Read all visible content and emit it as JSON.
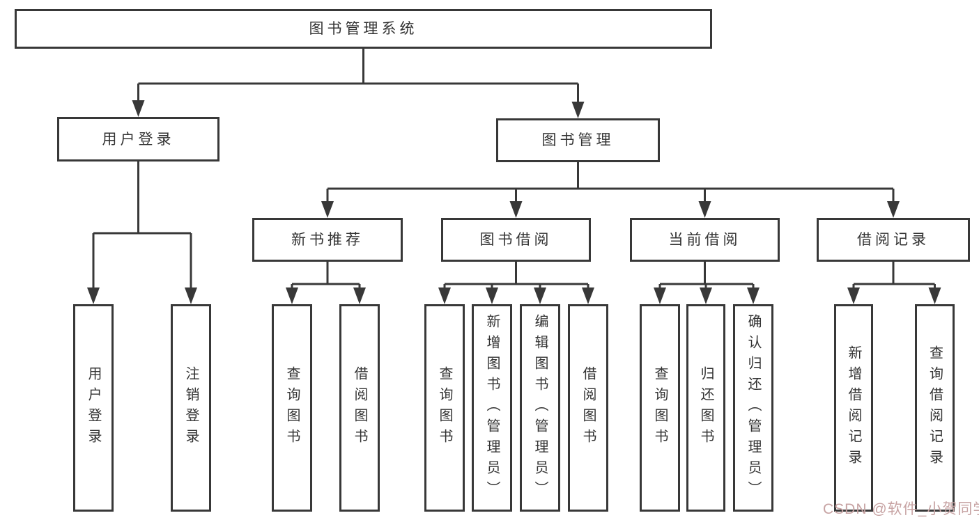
{
  "diagram": {
    "type": "hierarchy-tree",
    "colors": {
      "line": "#383838",
      "box_border": "#383838",
      "box_fill": "#ffffff",
      "text": "#333333",
      "background": "#ffffff",
      "watermark": "#c7a3a3"
    },
    "tree": {
      "label": "图书管理系统",
      "children": [
        {
          "label": "用户登录",
          "children": [
            {
              "label": "用户登录"
            },
            {
              "label": "注销登录"
            }
          ]
        },
        {
          "label": "图书管理",
          "children": [
            {
              "label": "新书推荐",
              "children": [
                {
                  "label": "查询图书"
                },
                {
                  "label": "借阅图书"
                }
              ]
            },
            {
              "label": "图书借阅",
              "children": [
                {
                  "label": "查询图书"
                },
                {
                  "label": "新增图书（管理员）"
                },
                {
                  "label": "编辑图书（管理员）"
                },
                {
                  "label": "借阅图书"
                }
              ]
            },
            {
              "label": "当前借阅",
              "children": [
                {
                  "label": "查询图书"
                },
                {
                  "label": "归还图书"
                },
                {
                  "label": "确认归还（管理员）"
                }
              ]
            },
            {
              "label": "借阅记录",
              "children": [
                {
                  "label": "新增借阅记录"
                },
                {
                  "label": "查询借阅记录"
                }
              ]
            }
          ]
        }
      ]
    },
    "watermark": "CSDN @软件_小贺同学"
  }
}
